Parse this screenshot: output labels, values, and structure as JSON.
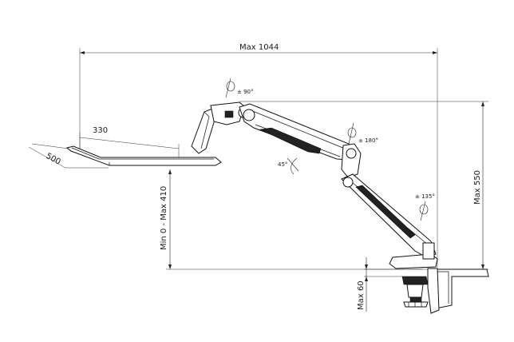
{
  "dimensions": {
    "max_reach": "Max 1044",
    "tray_width": "330",
    "tray_depth": "500",
    "height_range": "Min 0 - Max 410",
    "max_height": "Max 550",
    "desk_thickness": "Max 60"
  },
  "angles": {
    "tilt_top": "± 90°",
    "rotate_middle": "± 180°",
    "tilt_45": "45°",
    "rotate_base": "± 135°"
  },
  "colors": {
    "line": "#222222",
    "background": "#ffffff"
  }
}
